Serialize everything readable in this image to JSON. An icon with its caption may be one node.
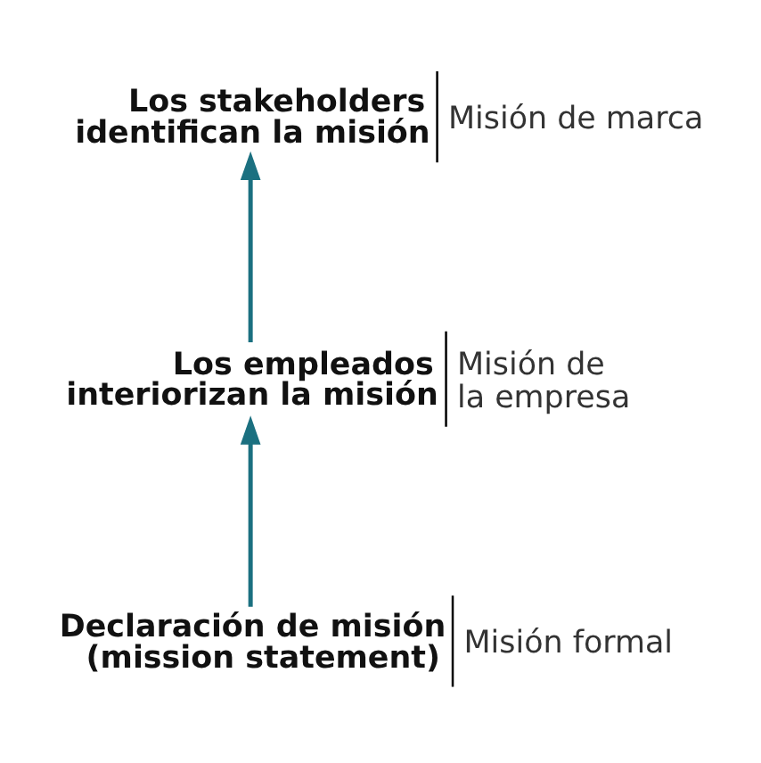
{
  "diagram": {
    "nodes": [
      {
        "text": [
          "Los stakeholders identifican la misión"
        ],
        "beside": [
          "Misión de marca"
        ]
      },
      {
        "text": [
          "Los empleados interiorizan la misión"
        ],
        "beside": [
          "Misión de la empresa"
        ]
      },
      {
        "text": [
          "Declaración de misión (mission statement)"
        ],
        "beside": [
          "Misión formal"
        ]
      }
    ],
    "edges": [
      {
        "from": 2,
        "to": 1,
        "arrow": "to"
      },
      {
        "from": 1,
        "to": 0,
        "arrow": "to"
      }
    ]
  }
}
